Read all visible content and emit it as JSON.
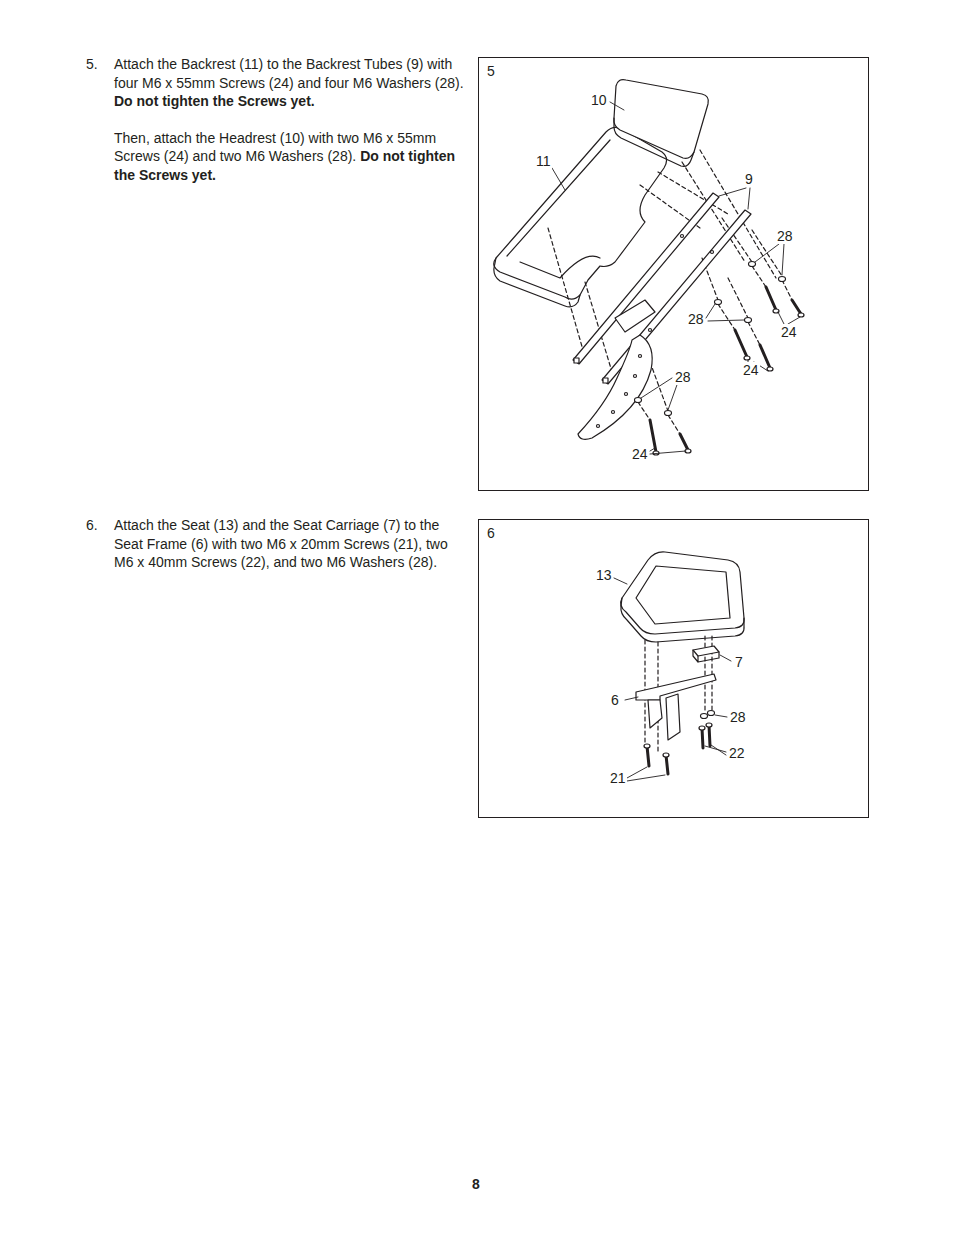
{
  "diagram": {
    "nodes": [
      {
        "text": [
          "5"
        ]
      },
      {
        "text": [
          "6"
        ]
      }
    ],
    "labels": [
      "5.",
      "Attach the Backrest (11) to the Backrest Tubes (9) with four M6 x 55mm Screws (24) and four M6 Washers (28).",
      "Do not tighten the Screws yet.",
      "Then, attach the Headrest (10) with two M6 x 55mm Screws (24) and two M6 Washers (28).",
      "Do not tighten the Screws yet.",
      "10",
      "11",
      "9",
      "28",
      "28",
      "24",
      "24",
      "28",
      "24",
      "6.",
      "Attach the Seat (13) and the Seat Carriage (7) to the Seat Frame (6) with two M6 x 20mm Screws (21), two M6 x 40mm Screws (22), and two M6 Washers (28).",
      "13",
      "7",
      "6",
      "28",
      "22",
      "21",
      "8"
    ]
  }
}
